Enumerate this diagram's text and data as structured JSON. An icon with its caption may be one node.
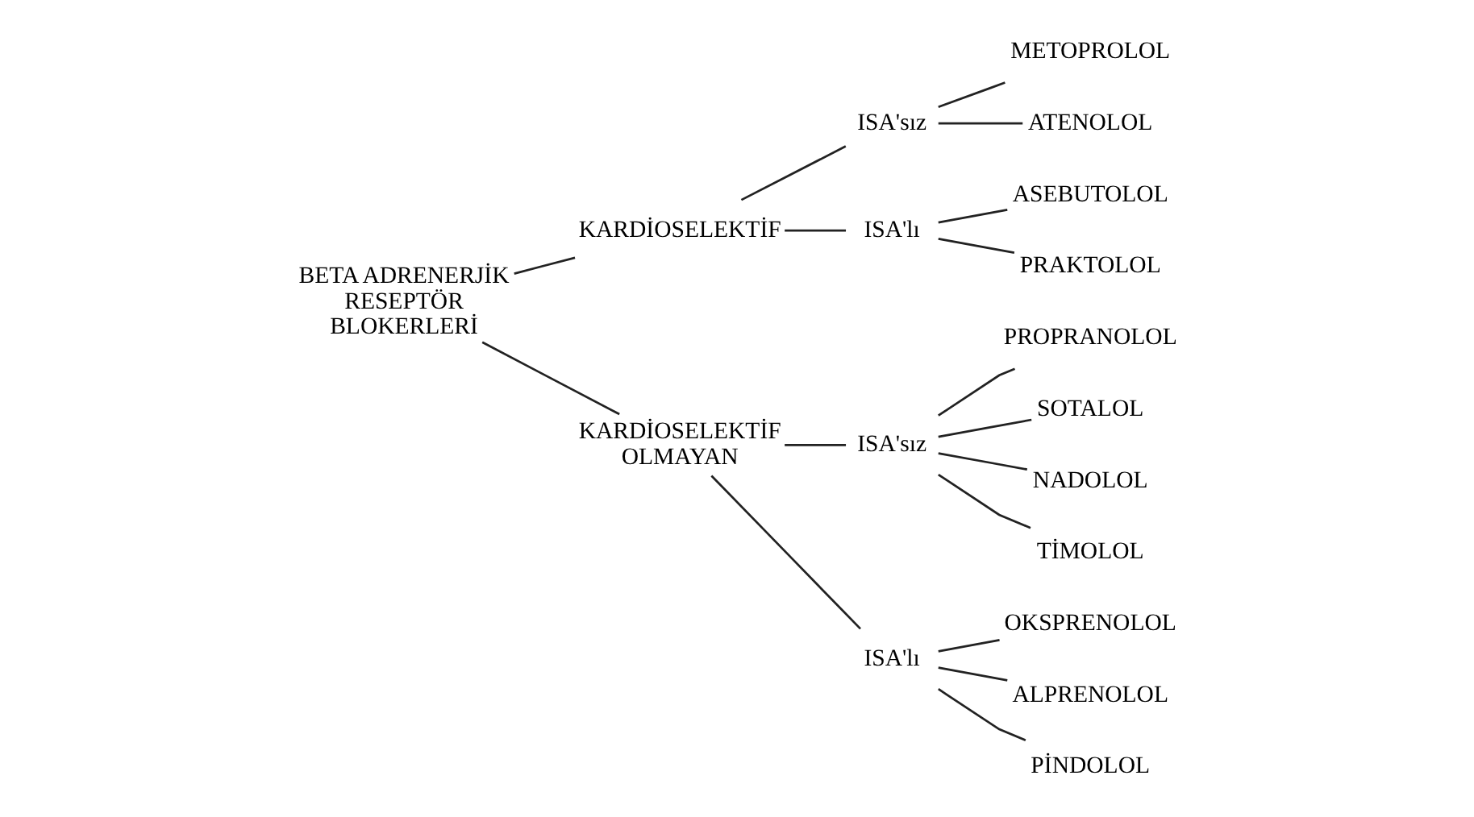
{
  "diagram": {
    "nodes": [
      {
        "text": [
          "BETA ADRENERJİK RESEPTÖR BLOKERLERİ"
        ]
      },
      {
        "text": [
          "KARDİOSELEKTİF"
        ]
      },
      {
        "text": [
          "ISA'sız"
        ]
      },
      {
        "text": [
          "METOPROLOL"
        ]
      },
      {
        "text": [
          "ATENOLOL"
        ]
      },
      {
        "text": [
          "ISA'lı"
        ]
      },
      {
        "text": [
          "ASEBUTOLOL"
        ]
      },
      {
        "text": [
          "PRAKTOLOL"
        ]
      },
      {
        "text": [
          "KARDİOSELEKTİF OLMAYAN"
        ]
      },
      {
        "text": [
          "ISA'sız"
        ]
      },
      {
        "text": [
          "PROPRANOLOL"
        ]
      },
      {
        "text": [
          "SOTALOL"
        ]
      },
      {
        "text": [
          "NADOLOL"
        ]
      },
      {
        "text": [
          "TİMOLOL"
        ]
      },
      {
        "text": [
          "ISA'lı"
        ]
      },
      {
        "text": [
          "OKSPRENOLOL"
        ]
      },
      {
        "text": [
          "ALPRENOLOL"
        ]
      },
      {
        "text": [
          "PİNDOLOL"
        ]
      }
    ],
    "edges": [
      {
        "from": 0,
        "to": 1,
        "arrow": "none"
      },
      {
        "from": 0,
        "to": 8,
        "arrow": "none"
      },
      {
        "from": 1,
        "to": 2,
        "arrow": "none"
      },
      {
        "from": 1,
        "to": 5,
        "arrow": "none"
      },
      {
        "from": 2,
        "to": 3,
        "arrow": "none"
      },
      {
        "from": 2,
        "to": 4,
        "arrow": "none"
      },
      {
        "from": 5,
        "to": 6,
        "arrow": "none"
      },
      {
        "from": 5,
        "to": 7,
        "arrow": "none"
      },
      {
        "from": 8,
        "to": 9,
        "arrow": "none"
      },
      {
        "from": 8,
        "to": 14,
        "arrow": "none"
      },
      {
        "from": 9,
        "to": 10,
        "arrow": "none"
      },
      {
        "from": 9,
        "to": 11,
        "arrow": "none"
      },
      {
        "from": 9,
        "to": 12,
        "arrow": "none"
      },
      {
        "from": 9,
        "to": 13,
        "arrow": "none"
      },
      {
        "from": 14,
        "to": 15,
        "arrow": "none"
      },
      {
        "from": 14,
        "to": 16,
        "arrow": "none"
      },
      {
        "from": 14,
        "to": 17,
        "arrow": "none"
      }
    ]
  }
}
